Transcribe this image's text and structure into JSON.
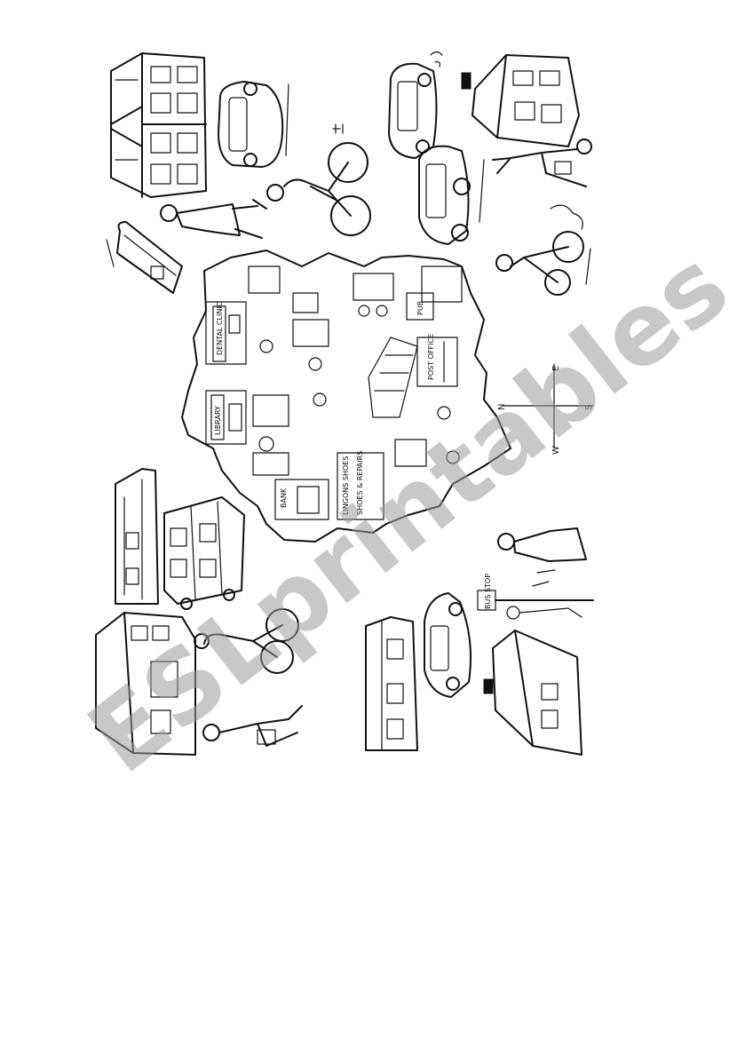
{
  "worksheet": {
    "map_labels": {
      "dental_clinic": "DENTAL CLINIC",
      "library": "LIBRARY",
      "shoe_shop": "LINGONS SHOES",
      "shoe_shop_sub": "SHOES & REPAIRS",
      "bank": "BANK",
      "post_office": "POST OFFICE",
      "bus_stop": "BUS STOP",
      "pub": "PUB"
    },
    "compass": {
      "north": "N",
      "south": "S",
      "east": "E",
      "west": "W"
    },
    "watermark": "ESLprintables.com"
  }
}
